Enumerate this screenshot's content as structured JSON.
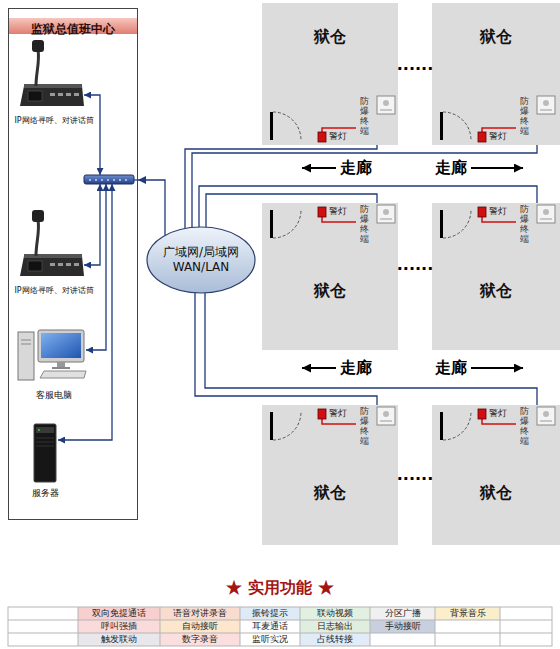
{
  "diagram": {
    "nodes": [
      {
        "text": [
          "监狱总值班中心"
        ]
      },
      {
        "text": [
          "IP网络寻呼、对讲话筒"
        ],
        "in": 0
      },
      {
        "text": [
          "IP网络寻呼、对讲话筒"
        ],
        "in": 0
      },
      {
        "text": [
          "客服电脑"
        ],
        "in": 0
      },
      {
        "text": [
          "服务器"
        ],
        "in": 0
      },
      {
        "text": [
          "广域网/局域网 WAN/LAN"
        ]
      },
      {
        "text": [
          "狱仓"
        ]
      },
      {
        "text": [
          "防爆终端"
        ],
        "in": 6
      },
      {
        "text": [
          "狱仓"
        ]
      },
      {
        "text": [
          "防爆终端"
        ],
        "in": 8
      },
      {
        "text": [
          "狱仓"
        ]
      },
      {
        "text": [
          "防爆终端"
        ],
        "in": 10
      },
      {
        "text": [
          "狱仓"
        ]
      },
      {
        "text": [
          "防爆终端"
        ],
        "in": 12
      },
      {
        "text": [
          "狱仓"
        ]
      },
      {
        "text": [
          "防爆终端"
        ],
        "in": 14
      },
      {
        "text": [
          "狱仓"
        ]
      },
      {
        "text": [
          "防爆终端"
        ],
        "in": 16
      }
    ],
    "edges": [
      {
        "from": 5,
        "to": 0,
        "arrow": "to"
      },
      {
        "from": 5,
        "to": 7,
        "arrow": "none"
      },
      {
        "from": 5,
        "to": 9,
        "arrow": "none"
      },
      {
        "from": 5,
        "to": 11,
        "arrow": "none"
      },
      {
        "from": 5,
        "to": 13,
        "arrow": "none"
      },
      {
        "from": 5,
        "to": 15,
        "arrow": "none"
      },
      {
        "from": 5,
        "to": 17,
        "arrow": "none"
      }
    ],
    "labels": [
      "......",
      "警灯",
      "警灯",
      "走廊",
      "走廊",
      "警灯",
      "警灯",
      "......",
      "走廊",
      "走廊",
      "警灯",
      "警灯",
      "......",
      "★ 实用功能 ★",
      "双向免提通话",
      "语音对讲录音",
      "振铃提示",
      "联动视频",
      "分区广播",
      "背景音乐",
      "呼叫强插",
      "自动接听",
      "耳麦通话",
      "日志输出",
      "手动接听",
      "触发联动",
      "数字录音",
      "监听实况",
      "占线转接"
    ]
  }
}
